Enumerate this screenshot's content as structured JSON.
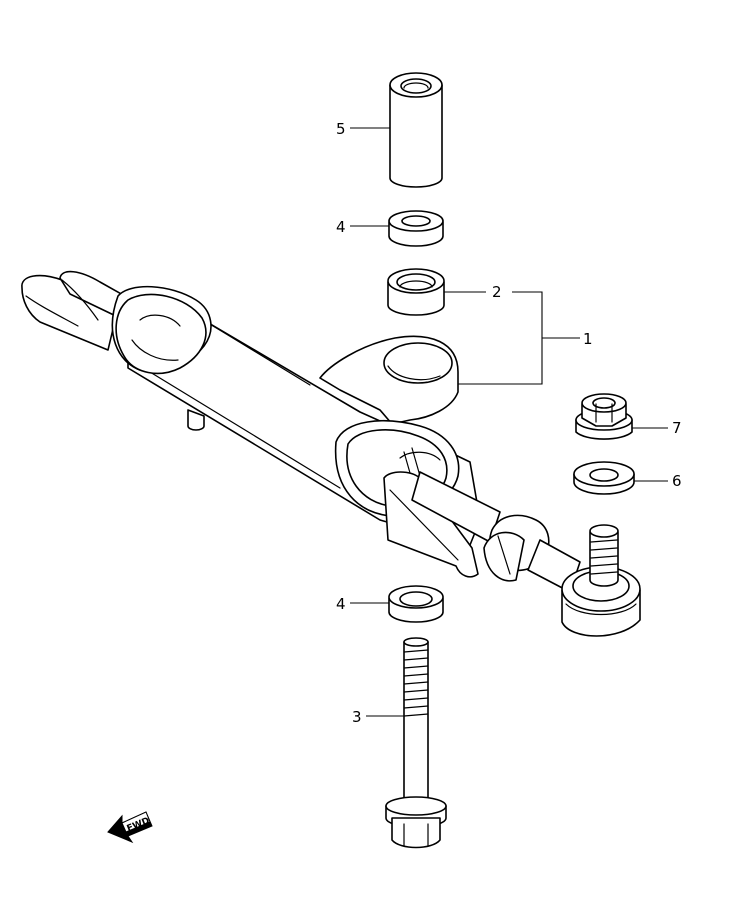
{
  "callouts": {
    "part_1": "1",
    "part_2": "2",
    "part_3": "3",
    "part_4_upper": "4",
    "part_4_lower": "4",
    "part_5": "5",
    "part_6": "6",
    "part_7": "7"
  },
  "fwd_arrow": {
    "label": "FWD",
    "icon": "fwd-arrow-icon"
  },
  "colors": {
    "line": "#000000",
    "background": "#ffffff"
  }
}
